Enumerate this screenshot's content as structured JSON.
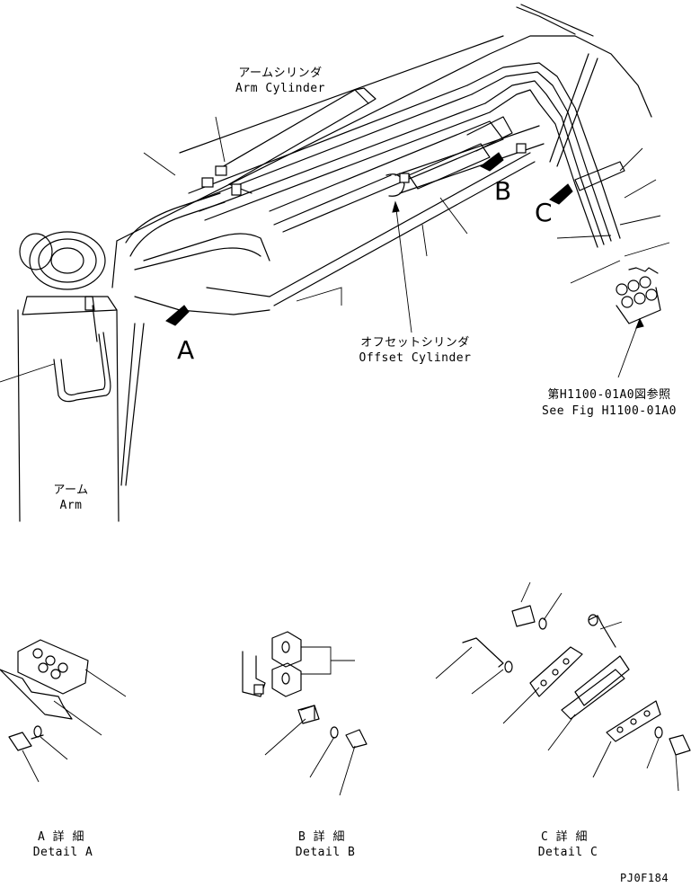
{
  "labels": {
    "arm_cylinder_jp": "アームシリンダ",
    "arm_cylinder_en": "Arm Cylinder",
    "offset_cylinder_jp": "オフセットシリンダ",
    "offset_cylinder_en": "Offset Cylinder",
    "arm_jp": "アーム",
    "arm_en": "Arm",
    "see_fig_jp": "第H1100-01A0図参照",
    "see_fig_en": "See Fig H1100-01A0",
    "view_a": "A",
    "view_b": "B",
    "view_c": "C",
    "detail_a_jp": "A 詳 細",
    "detail_a_en": "Detail A",
    "detail_b_jp": "B 詳 細",
    "detail_b_en": "Detail B",
    "detail_c_jp": "C 詳 細",
    "detail_c_en": "Detail C",
    "drawing_code": "PJ0F184"
  }
}
